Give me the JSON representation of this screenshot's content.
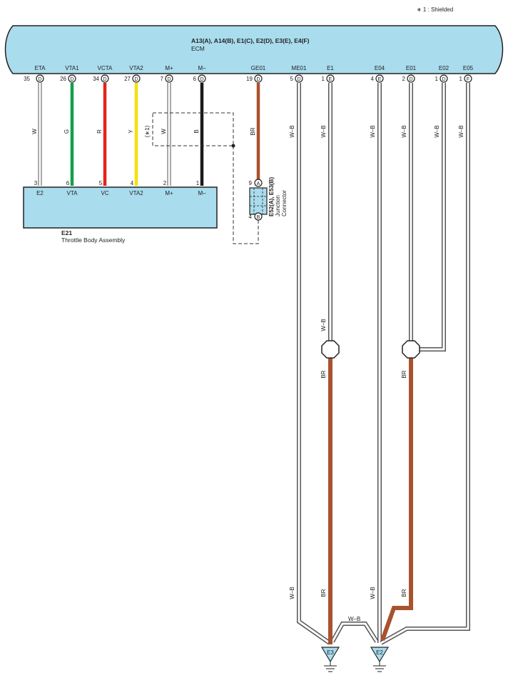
{
  "legend": "∗ 1 : Shielded",
  "ecm": {
    "connectors": "A13(A), A14(B), E1(C), E2(D), E3(E), E4(F)",
    "name": "ECM"
  },
  "ecm_pins": [
    {
      "label": "ETA",
      "num": "35",
      "conn": "D"
    },
    {
      "label": "VTA1",
      "num": "26",
      "conn": "D"
    },
    {
      "label": "VCTA",
      "num": "34",
      "conn": "D"
    },
    {
      "label": "VTA2",
      "num": "27",
      "conn": "D"
    },
    {
      "label": "M+",
      "num": "7",
      "conn": "D"
    },
    {
      "label": "M–",
      "num": "6",
      "conn": "D"
    },
    {
      "label": "GE01",
      "num": "19",
      "conn": "D"
    },
    {
      "label": "ME01",
      "num": "5",
      "conn": "D"
    },
    {
      "label": "E1",
      "num": "1",
      "conn": "E"
    },
    {
      "label": "E04",
      "num": "4",
      "conn": "E"
    },
    {
      "label": "E01",
      "num": "2",
      "conn": "D"
    },
    {
      "label": "E02",
      "num": "1",
      "conn": "D"
    },
    {
      "label": "E05",
      "num": "1",
      "conn": "F"
    }
  ],
  "wire_colors_top": [
    "W",
    "G",
    "R",
    "Y",
    "W",
    "B",
    "BR",
    "W–B",
    "W–B",
    "W–B",
    "W–B",
    "W–B",
    "W–B"
  ],
  "shield_label": "(∗1)",
  "throttle": {
    "pins": [
      {
        "num": "3",
        "label": "E2"
      },
      {
        "num": "6",
        "label": "VTA"
      },
      {
        "num": "5",
        "label": "VC"
      },
      {
        "num": "4",
        "label": "VTA2"
      },
      {
        "num": "2",
        "label": "M+"
      },
      {
        "num": "1",
        "label": "M–"
      }
    ],
    "code": "E21",
    "name": "Throttle Body Assembly"
  },
  "junction": {
    "top_pin": "9",
    "top_conn": "A",
    "bottom_pin": "4",
    "bottom_conn": "B",
    "code": "E52(A), E53(B)",
    "name1": "Junction",
    "name2": "Connector"
  },
  "splice_labels": {
    "e1_above": "W–B",
    "e1_below": "BR",
    "e01_below": "BR"
  },
  "bottom_labels": {
    "me01": "W–B",
    "e1": "BR",
    "e04": "W–B",
    "e01": "BR",
    "between": "W–B"
  },
  "grounds": {
    "left": "E3",
    "right": "E2"
  },
  "colors": {
    "ecm_fill": "#a9dced",
    "box_stroke": "#222222",
    "green": "#13a04b",
    "red": "#e2231a",
    "yellow": "#f5e10b",
    "black": "#1a1a1a",
    "brown": "#a9522e"
  }
}
